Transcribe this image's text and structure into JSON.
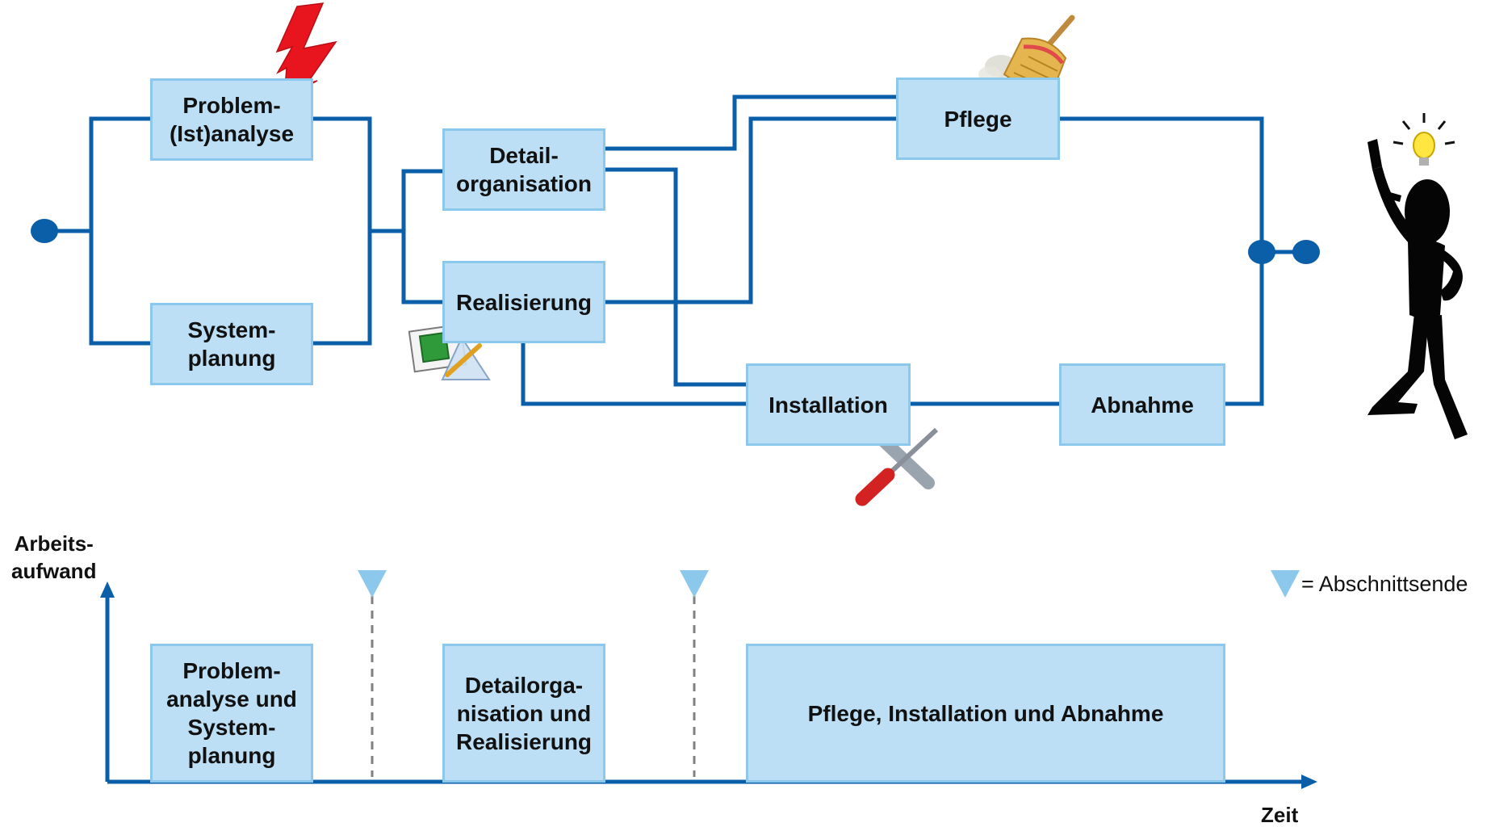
{
  "process": {
    "problem_analysis": "Problem-\n(Ist)analyse",
    "system_planning": "System-\nplanung",
    "detail_organisation": "Detail-\norganisation",
    "realisation": "Realisierung",
    "maintenance": "Pflege",
    "installation": "Installation",
    "acceptance": "Abnahme"
  },
  "effort_chart": {
    "y_axis_label": "Arbeits-\naufwand",
    "x_axis_label": "Zeit",
    "legend": "= Abschnittsende",
    "phase_1": "Problem-\nanalyse und\nSystem-\nplanung",
    "phase_2": "Detailorga-\nnisation und\nRealisierung",
    "phase_3": "Pflege, Installation und Abnahme"
  },
  "icons": [
    "lightning-icon",
    "broom-icon",
    "ruler-triangle-icon",
    "wrench-screwdriver-icon",
    "thinking-person-icon",
    "lightbulb-icon"
  ],
  "colors": {
    "connector": "#0b5ea8",
    "box_fill": "#bcdff5",
    "box_border": "#8cc8ec",
    "milestone": "#8cc8ec",
    "lightning": "#e8141e"
  }
}
